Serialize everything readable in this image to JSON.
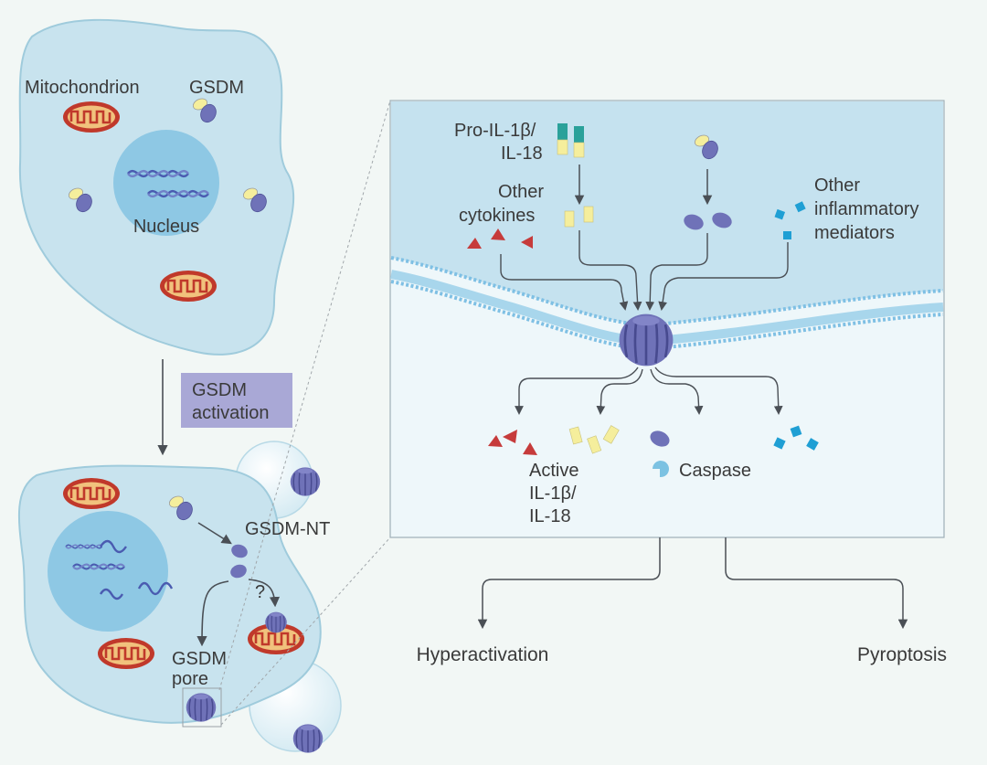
{
  "colors": {
    "background": "#f2f7f5",
    "cell": "#c8e3ee",
    "cell_outline": "#9fcbdc",
    "nucleus": "#8ec8e4",
    "mito_outer": "#c0392b",
    "mito_inner": "#f1c27d",
    "gsdm_body": "#6f72b8",
    "gsdm_cap": "#f5ee9c",
    "cytokine": "#c63b3b",
    "il": "#f5ee9c",
    "il_teal": "#2aa19a",
    "mediator": "#1f9fd4",
    "activation_box": "#a9a8d6",
    "membrane": "#7fc0e4",
    "panel_bg": "#eef7fa",
    "panel_top": "#c5e2ef",
    "arrow": "#4a4f55"
  },
  "icons": {
    "mitochondrion": "mitochondrion-icon",
    "nucleus": "nucleus-icon",
    "dna": "dna-icon",
    "gsdm": "gsdm-protein-icon",
    "gsdm_pore": "gsdm-pore-icon",
    "caspase": "caspase-icon"
  },
  "left_cell": {
    "mitochondrion_label": "Mitochondrion",
    "gsdm_label": "GSDM",
    "nucleus_label": "Nucleus"
  },
  "activation": {
    "label_line1": "GSDM",
    "label_line2": "activation"
  },
  "activated_cell": {
    "gsdm_nt_label": "GSDM-NT",
    "question_mark": "?",
    "pore_label_line1": "GSDM",
    "pore_label_line2": "pore"
  },
  "zoom_panel": {
    "pro_il_line1": "Pro-IL-1β/",
    "pro_il_line2": "IL-18",
    "other_cytokines_line1": "Other",
    "other_cytokines_line2": "cytokines",
    "other_mediators_line1": "Other",
    "other_mediators_line2": "inflammatory",
    "other_mediators_line3": "mediators",
    "active_line1": "Active",
    "active_line2": "IL-1β/",
    "active_line3": "IL-18",
    "caspase_label": "Caspase"
  },
  "outcomes": {
    "left": "Hyperactivation",
    "right": "Pyroptosis"
  }
}
